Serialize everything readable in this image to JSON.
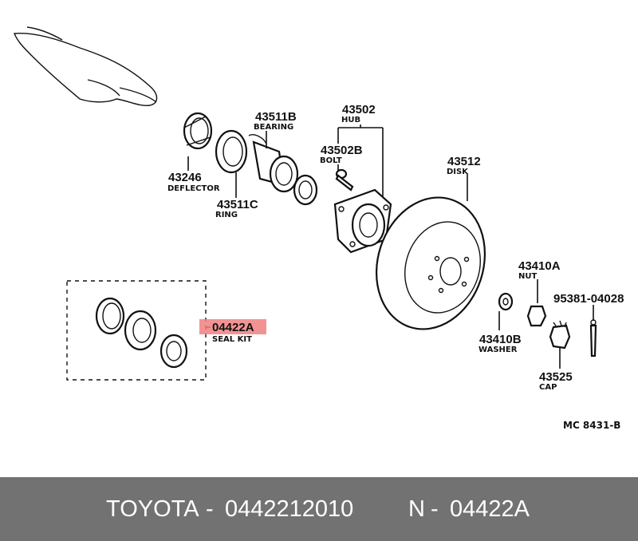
{
  "parts": {
    "deflector": {
      "number": "43246",
      "name": "DEFLECTOR"
    },
    "bearing": {
      "number": "43511B",
      "name": "BEARING"
    },
    "ring": {
      "number": "43511C",
      "name": "RING"
    },
    "hub": {
      "number": "43502",
      "name": "HUB"
    },
    "bolt": {
      "number": "43502B",
      "name": "BOLT"
    },
    "disk": {
      "number": "43512",
      "name": "DISK"
    },
    "nut": {
      "number": "43410A",
      "name": "NUT"
    },
    "pin": {
      "number": "95381-04028"
    },
    "washer": {
      "number": "43410B",
      "name": "WASHER"
    },
    "cap": {
      "number": "43525",
      "name": "CAP"
    },
    "seal_kit": {
      "number": "04422A",
      "name": "SEAL KIT",
      "highlight_color": "#f08080"
    }
  },
  "diagram_code": "MC  8431-B",
  "footer": {
    "brand": "TOYOTA",
    "separator": "-",
    "part_number": "0442212010",
    "n_label": "N",
    "code": "04422A",
    "background": "#727272"
  }
}
